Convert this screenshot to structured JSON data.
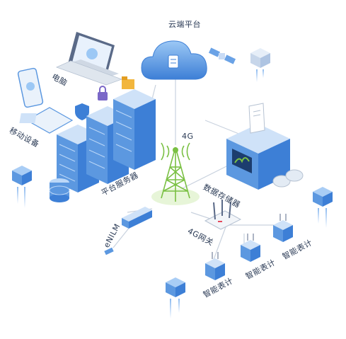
{
  "labels": {
    "cloud": "云端平台",
    "laptop": "电脑",
    "mobile": "移动设备",
    "server": "平台服务器",
    "storage": "数据存储器",
    "tower": "4G",
    "enilm": "eNILM",
    "gateway": "4G网关",
    "meter_left": "智能表计",
    "meter_mid": "智能表计",
    "meter_right": "智能表计"
  },
  "colors": {
    "primary_blue": "#3d7fd6",
    "light_blue": "#8fbff0",
    "tower_green": "#7ac043",
    "line_gray": "#c9d2de"
  }
}
